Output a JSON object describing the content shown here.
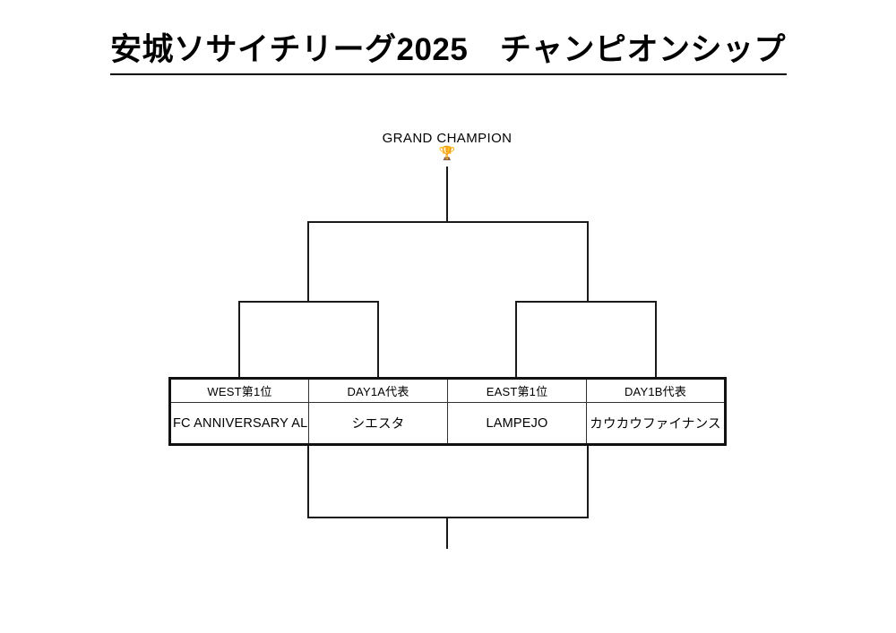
{
  "page": {
    "title": "安城ソサイチリーグ2025　チャンピオンシップ"
  },
  "bracket": {
    "champion_label": "GRAND CHAMPION",
    "trophy_icon": "trophy-icon",
    "trophy_glyph": "🏆",
    "line_color": "#1a1a1a",
    "slots": [
      {
        "seed": "WEST第1位",
        "team": "FC ANNIVERSARY AL"
      },
      {
        "seed": "DAY1A代表",
        "team": "シエスタ"
      },
      {
        "seed": "EAST第1位",
        "team": "LAMPEJO"
      },
      {
        "seed": "DAY1B代表",
        "team": "カウカウファイナンス"
      }
    ]
  }
}
